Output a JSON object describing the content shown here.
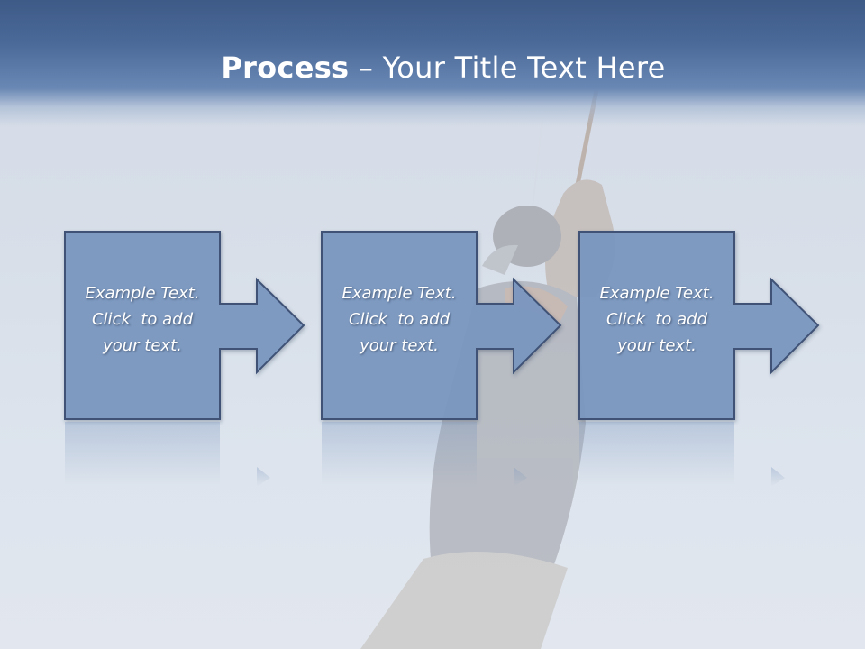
{
  "title": {
    "bold": "Process",
    "rest": " – Your Title Text Here"
  },
  "steps": [
    {
      "line1": "Example Text.",
      "line2": "Click  to add",
      "line3": "your text."
    },
    {
      "line1": "Example Text.",
      "line2": "Click  to add",
      "line3": "your text."
    },
    {
      "line1": "Example Text.",
      "line2": "Click  to add",
      "line3": "your text."
    }
  ],
  "colors": {
    "title_band": "#3e5a87",
    "box_fill": "#7b97c0",
    "box_stroke": "#3f5277",
    "background": "#d8dfe9"
  },
  "icons": [
    "right-arrow-icon",
    "right-arrow-icon",
    "right-arrow-icon"
  ]
}
